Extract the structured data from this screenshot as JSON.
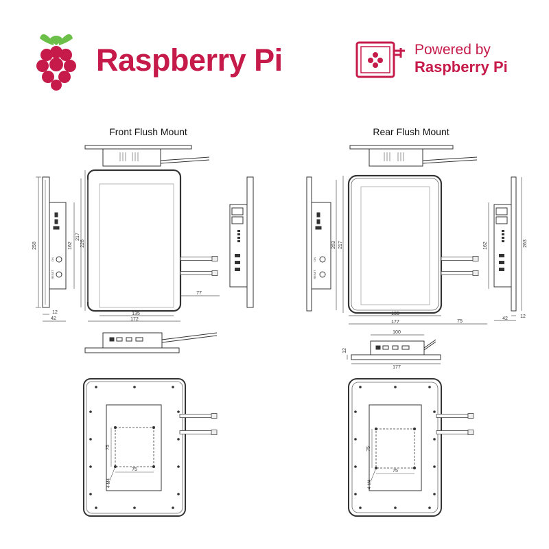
{
  "header": {
    "brand_name": "Raspberry Pi",
    "badge_line1": "Powered by",
    "badge_line2": "Raspberry Pi",
    "brand_color": "#c51a4a"
  },
  "icons": {
    "logo": "raspberry-logo-icon",
    "badge": "raspberry-badge-icon"
  },
  "front": {
    "title": "Front Flush Mount",
    "side_height": "258",
    "side_depth_small": "12",
    "side_depth": "42",
    "inner_height_a": "217",
    "inner_height_b": "226",
    "port_height": "162",
    "screen_width": "135",
    "outer_width": "172",
    "antenna_offset": "77",
    "vesa_v": "75",
    "vesa_h": "75",
    "screw": "4-M4",
    "port_labels": [
      "ON",
      "RESET"
    ]
  },
  "rear": {
    "title": "Rear Flush Mount",
    "inner_height_a": "217",
    "inner_height_b": "263",
    "port_height": "162",
    "side_height": "263",
    "side_depth": "42",
    "side_depth_small": "12",
    "screen_width": "135",
    "outer_width": "177",
    "antenna_offset": "75",
    "bottom_box_width": "100",
    "bottom_height": "12",
    "bottom_width": "177",
    "vesa_v": "75",
    "vesa_h": "75",
    "screw": "4-M4",
    "port_labels": [
      "ON",
      "RESET"
    ]
  }
}
